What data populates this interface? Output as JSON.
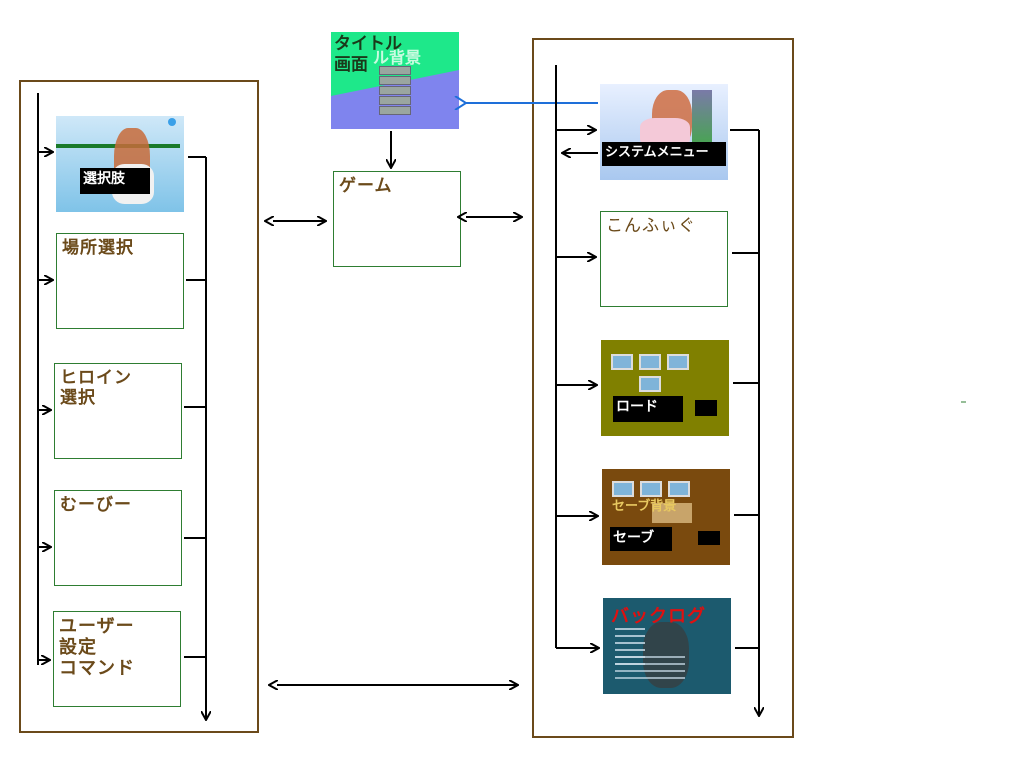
{
  "title_screen": {
    "label": "タイトル\n画面",
    "bg_label": "ル背景"
  },
  "game": {
    "label": "ゲーム"
  },
  "left_group": {
    "choices": "選択肢",
    "place_select": "場所選択",
    "heroine_select": "ヒロイン\n選択",
    "movie": "むーびー",
    "user_command": "ユーザー\n設定\nコマンド"
  },
  "right_group": {
    "system_menu": "システムメニュー",
    "config": "こんふぃぐ",
    "load": "ロード",
    "save_bg": "セーブ背景",
    "save": "セーブ",
    "backlog": "バックログ"
  },
  "colors": {
    "frame": "#6b4a1a",
    "label": "#6b4a1a",
    "box_border": "#2e7d32",
    "arrow": "#000000",
    "blue_arrow": "#1e6fd9",
    "load_bg": "#808000",
    "save_bg": "#7a4a0e",
    "backlog_bg": "#1c5a6e",
    "backlog_text": "#e01010",
    "title_green": "#1ee88a",
    "title_blue": "#7f84ee"
  }
}
